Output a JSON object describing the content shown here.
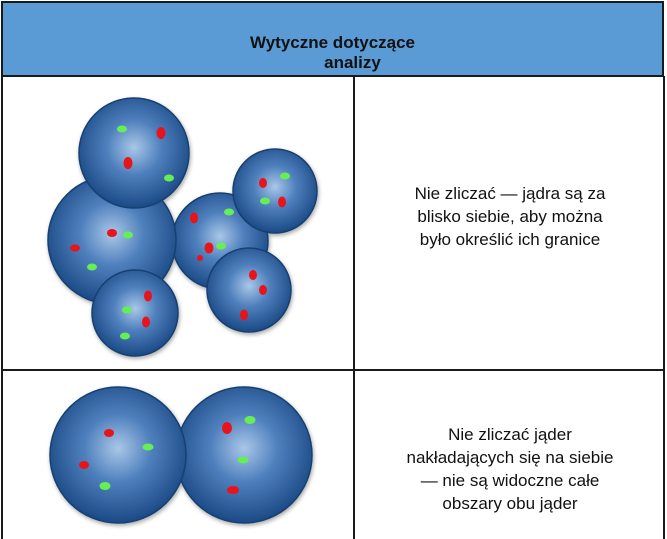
{
  "header": {
    "line1": "Wytyczne dotyczące",
    "line2": "analizy"
  },
  "rows": [
    {
      "lines": [
        "Nie zliczać — jądra są za",
        "blisko siebie, aby można",
        "było określić ich granice"
      ]
    },
    {
      "lines": [
        "Nie zliczać jąder",
        "nakładających się na siebie",
        "— nie są widoczne całe",
        "obszary obu jąder"
      ]
    }
  ],
  "colors": {
    "header_bg": "#5b9bd5",
    "nucleus_center": "#9fc0e4",
    "nucleus_edge": "#1f4e8c",
    "red_dot": "#e8141c",
    "green_dot": "#66ee55"
  }
}
